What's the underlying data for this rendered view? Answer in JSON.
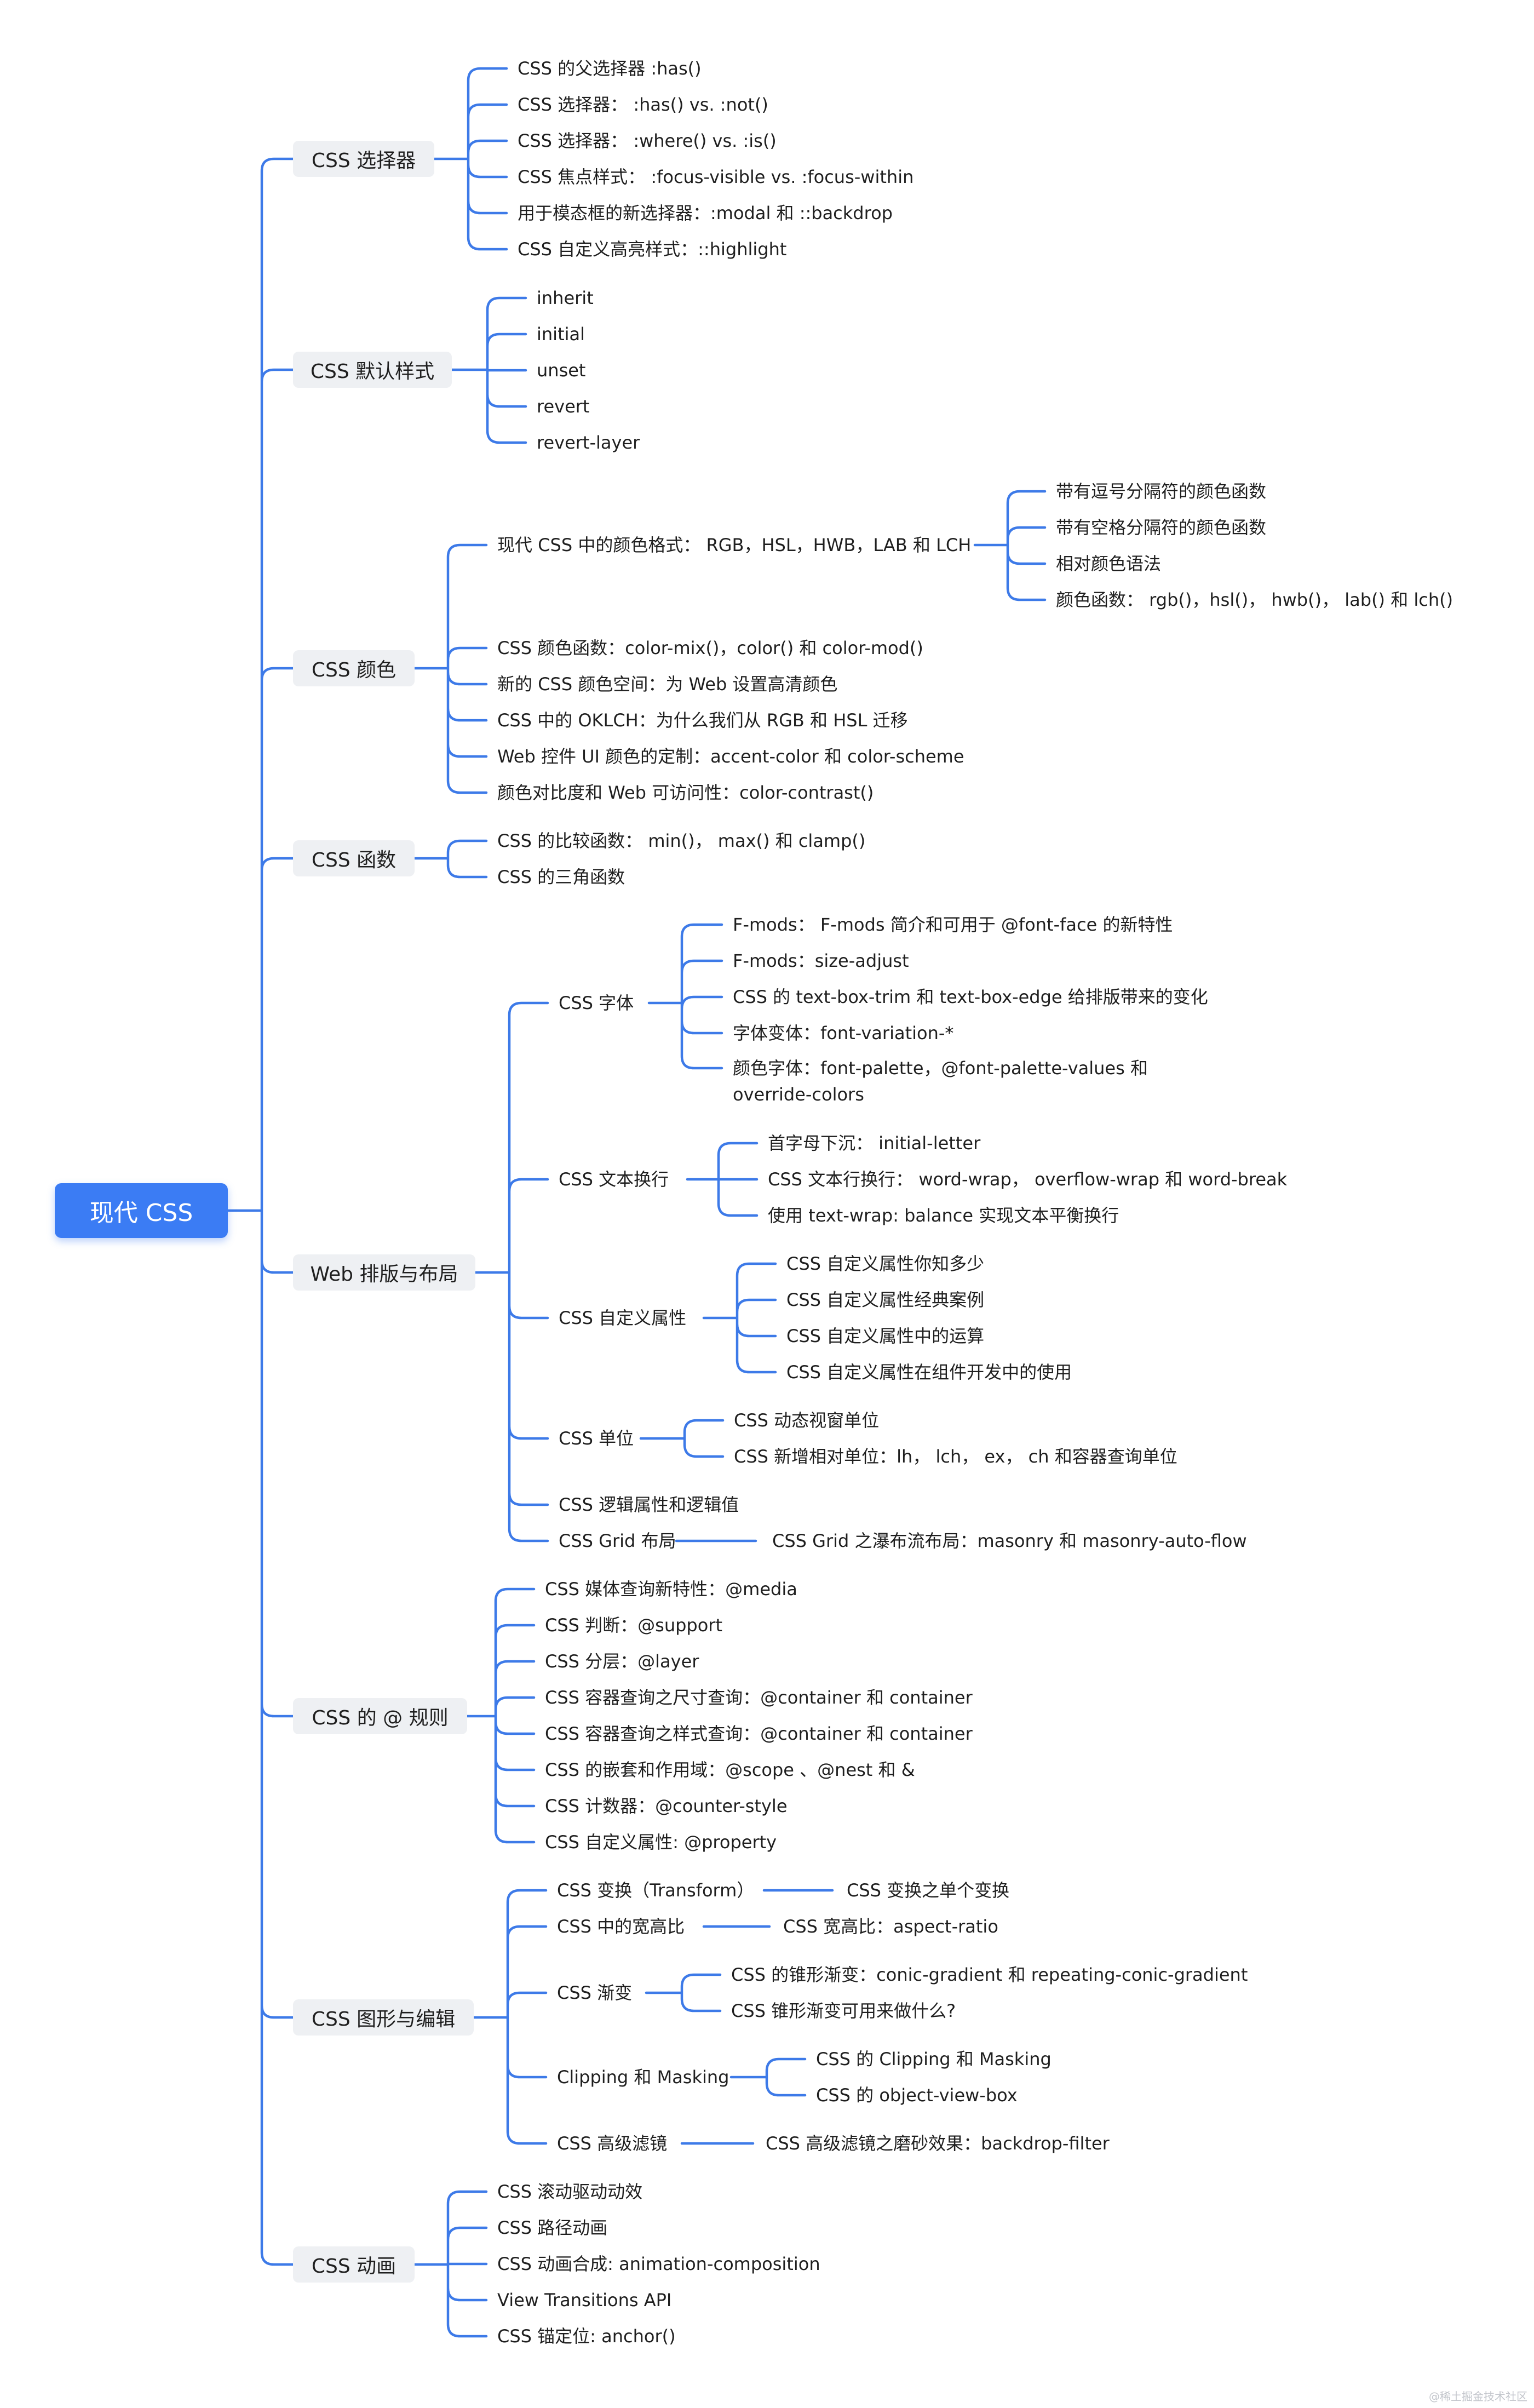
{
  "root": {
    "label": "现代 CSS"
  },
  "branches": [
    {
      "label": "CSS 选择器",
      "children": [
        {
          "label": "CSS 的父选择器 :has()"
        },
        {
          "label": "CSS 选择器：  :has() vs. :not()"
        },
        {
          "label": "CSS 选择器： :where() vs. :is()"
        },
        {
          "label": "CSS 焦点样式： :focus-visible vs.        :focus-within"
        },
        {
          "label": "用于模态框的新选择器：:modal 和 ::backdrop"
        },
        {
          "label": "CSS 自定义高亮样式：::highlight"
        }
      ]
    },
    {
      "label": "CSS 默认样式",
      "children": [
        {
          "label": "inherit"
        },
        {
          "label": "initial"
        },
        {
          "label": "unset"
        },
        {
          "label": "revert"
        },
        {
          "label": "revert-layer"
        }
      ]
    },
    {
      "label": "CSS 颜色",
      "children": [
        {
          "label": "现代 CSS 中的颜色格式：  RGB，HSL，HWB，LAB 和 LCH",
          "children": [
            {
              "label": "带有逗号分隔符的颜色函数"
            },
            {
              "label": "带有空格分隔符的颜色函数"
            },
            {
              "label": "相对颜色语法"
            },
            {
              "label": "颜色函数：        rgb()，hsl()，  hwb()，  lab() 和 lch()"
            }
          ]
        },
        {
          "label": "CSS 颜色函数：color-mix()，color() 和 color-mod()"
        },
        {
          "label": "新的 CSS 颜色空间：为 Web 设置高清颜色"
        },
        {
          "label": "CSS 中的 OKLCH：为什么我们从 RGB 和 HSL 迁移"
        },
        {
          "label": "Web 控件 UI 颜色的定制：accent-color 和 color-scheme"
        },
        {
          "label": "颜色对比度和        Web 可访问性：color-contrast()"
        }
      ]
    },
    {
      "label": "CSS 函数",
      "children": [
        {
          "label": "CSS 的比较函数：  min()，  max() 和 clamp()"
        },
        {
          "label": "CSS 的三角函数"
        }
      ]
    },
    {
      "label": "Web 排版与布局",
      "children": [
        {
          "label": "CSS 字体",
          "children": [
            {
              "label": "F-mods：  F-mods 简介和可用于 @font-face 的新特性"
            },
            {
              "label": "F-mods：size-adjust"
            },
            {
              "label": "CSS 的 text-box-trim 和 text-box-edge 给排版带来的变化"
            },
            {
              "label": "字体变体：font-variation-*"
            },
            {
              "label": "颜色字体：font-palette，@font-palette-values 和 override-colors"
            }
          ]
        },
        {
          "label": "CSS 文本换行",
          "children": [
            {
              "label": "首字母下沉：          initial-letter"
            },
            {
              "label": "CSS 文本行换行：  word-wrap，  overflow-wrap 和 word-break"
            },
            {
              "label": "使用        text-wrap: balance 实现文本平衡换行"
            }
          ]
        },
        {
          "label": "CSS 自定义属性",
          "children": [
            {
              "label": "CSS 自定义属性你知多少"
            },
            {
              "label": "CSS 自定义属性经典案例"
            },
            {
              "label": "CSS 自定义属性中的运算"
            },
            {
              "label": "CSS 自定义属性在组件开发中的使用"
            }
          ]
        },
        {
          "label": "CSS 单位",
          "children": [
            {
              "label": "CSS 动态视窗单位"
            },
            {
              "label": "CSS 新增相对单位：lh，  lch，  ex，  ch        和容器查询单位"
            }
          ]
        },
        {
          "label": "CSS 逻辑属性和逻辑值"
        },
        {
          "label": "CSS Grid 布局",
          "children": [
            {
              "label": "CSS Grid 之瀑布流布局：masonry 和 masonry-auto-flow"
            }
          ]
        }
      ]
    },
    {
      "label": "CSS 的 @ 规则",
      "children": [
        {
          "label": "CSS 媒体查询新特性：@media"
        },
        {
          "label": "CSS 判断：@support"
        },
        {
          "label": "CSS 分层：@layer"
        },
        {
          "label": "CSS 容器查询之尺寸查询：@container 和 container"
        },
        {
          "label": "CSS 容器查询之样式查询：@container 和 container"
        },
        {
          "label": "CSS 的嵌套和作用域：@scope 、@nest 和 &"
        },
        {
          "label": "CSS 计数器：@counter-style"
        },
        {
          "label": "CSS 自定义属性: @property"
        }
      ]
    },
    {
      "label": "CSS 图形与编辑",
      "children": [
        {
          "label": "CSS 变换（Transform）",
          "children": [
            {
              "label": "CSS 变换之单个变换"
            }
          ]
        },
        {
          "label": "CSS 中的宽高比",
          "children": [
            {
              "label": "CSS 宽高比：aspect-ratio"
            }
          ]
        },
        {
          "label": "CSS 渐变",
          "children": [
            {
              "label": "CSS 的锥形渐变：conic-gradient 和 repeating-conic-gradient"
            },
            {
              "label": "CSS 锥形渐变可用来做什么?"
            }
          ]
        },
        {
          "label": "Clipping 和 Masking",
          "children": [
            {
              "label": "CSS 的 Clipping 和 Masking"
            },
            {
              "label": "CSS 的 object-view-box"
            }
          ]
        },
        {
          "label": "CSS 高级滤镜",
          "children": [
            {
              "label": "CSS 高级滤镜之磨砂效果：backdrop-filter"
            }
          ]
        }
      ]
    },
    {
      "label": "CSS 动画",
      "children": [
        {
          "label": "CSS 滚动驱动动效"
        },
        {
          "label": "CSS 路径动画"
        },
        {
          "label": "CSS 动画合成: animation-composition"
        },
        {
          "label": "View        Transitions API"
        },
        {
          "label": "CSS 锚定位: anchor()"
        }
      ]
    }
  ],
  "watermark": "@稀土掘金技术社区",
  "colors": {
    "link": "#3d7ae8",
    "root_fill": "#3b7cf4",
    "branch_fill": "#eef0f3",
    "text": "#1f1f1f"
  }
}
